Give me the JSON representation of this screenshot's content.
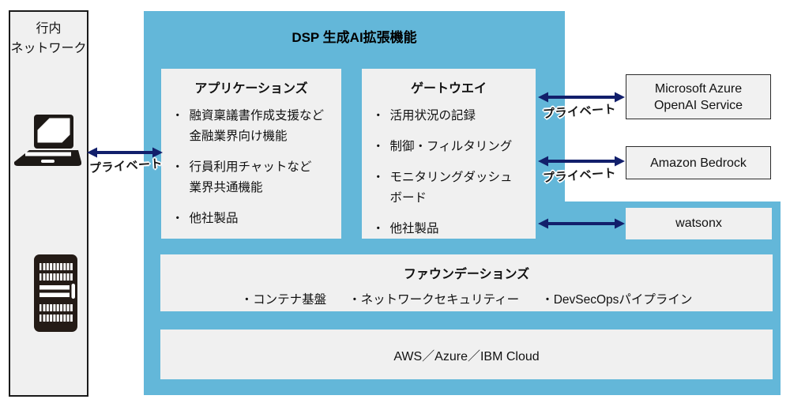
{
  "colors": {
    "accent_blue": "#63b7d9",
    "arrow_navy": "#121f6b",
    "panel_fill": "#f0f0f0",
    "border_dark": "#1a1a1a"
  },
  "glyphs": {
    "bullet": "・"
  },
  "internal_network": {
    "label_line1": "行内",
    "label_line2": "ネットワーク",
    "icons": [
      "laptop-icon",
      "server-icon"
    ]
  },
  "dsp": {
    "title": "DSP 生成AI拡張機能",
    "applications": {
      "title": "アプリケーションズ",
      "items": [
        {
          "text": "融資稟議書作成支援など\n金融業界向け機能"
        },
        {
          "text": "行員利用チャットなど\n業界共通機能"
        },
        {
          "text": "他社製品"
        }
      ]
    },
    "gateway": {
      "title": "ゲートウエイ",
      "items": [
        {
          "text": "活用状況の記録"
        },
        {
          "text": "制御・フィルタリング"
        },
        {
          "text": "モニタリングダッシュ\nボード"
        },
        {
          "text": "他社製品"
        }
      ]
    },
    "foundations": {
      "title": "ファウンデーションズ",
      "items": [
        "・コンテナ基盤",
        "・ネットワークセキュリティー",
        "・DevSecOpsパイプライン"
      ]
    },
    "cloud": {
      "label": "AWS／Azure／IBM Cloud"
    }
  },
  "external_services": {
    "azure_openai": {
      "line1": "Microsoft Azure",
      "line2": "OpenAI Service"
    },
    "bedrock": {
      "label": "Amazon Bedrock"
    },
    "watsonx": {
      "label": "watsonx"
    }
  },
  "connections": {
    "private_label": "プライベート"
  }
}
